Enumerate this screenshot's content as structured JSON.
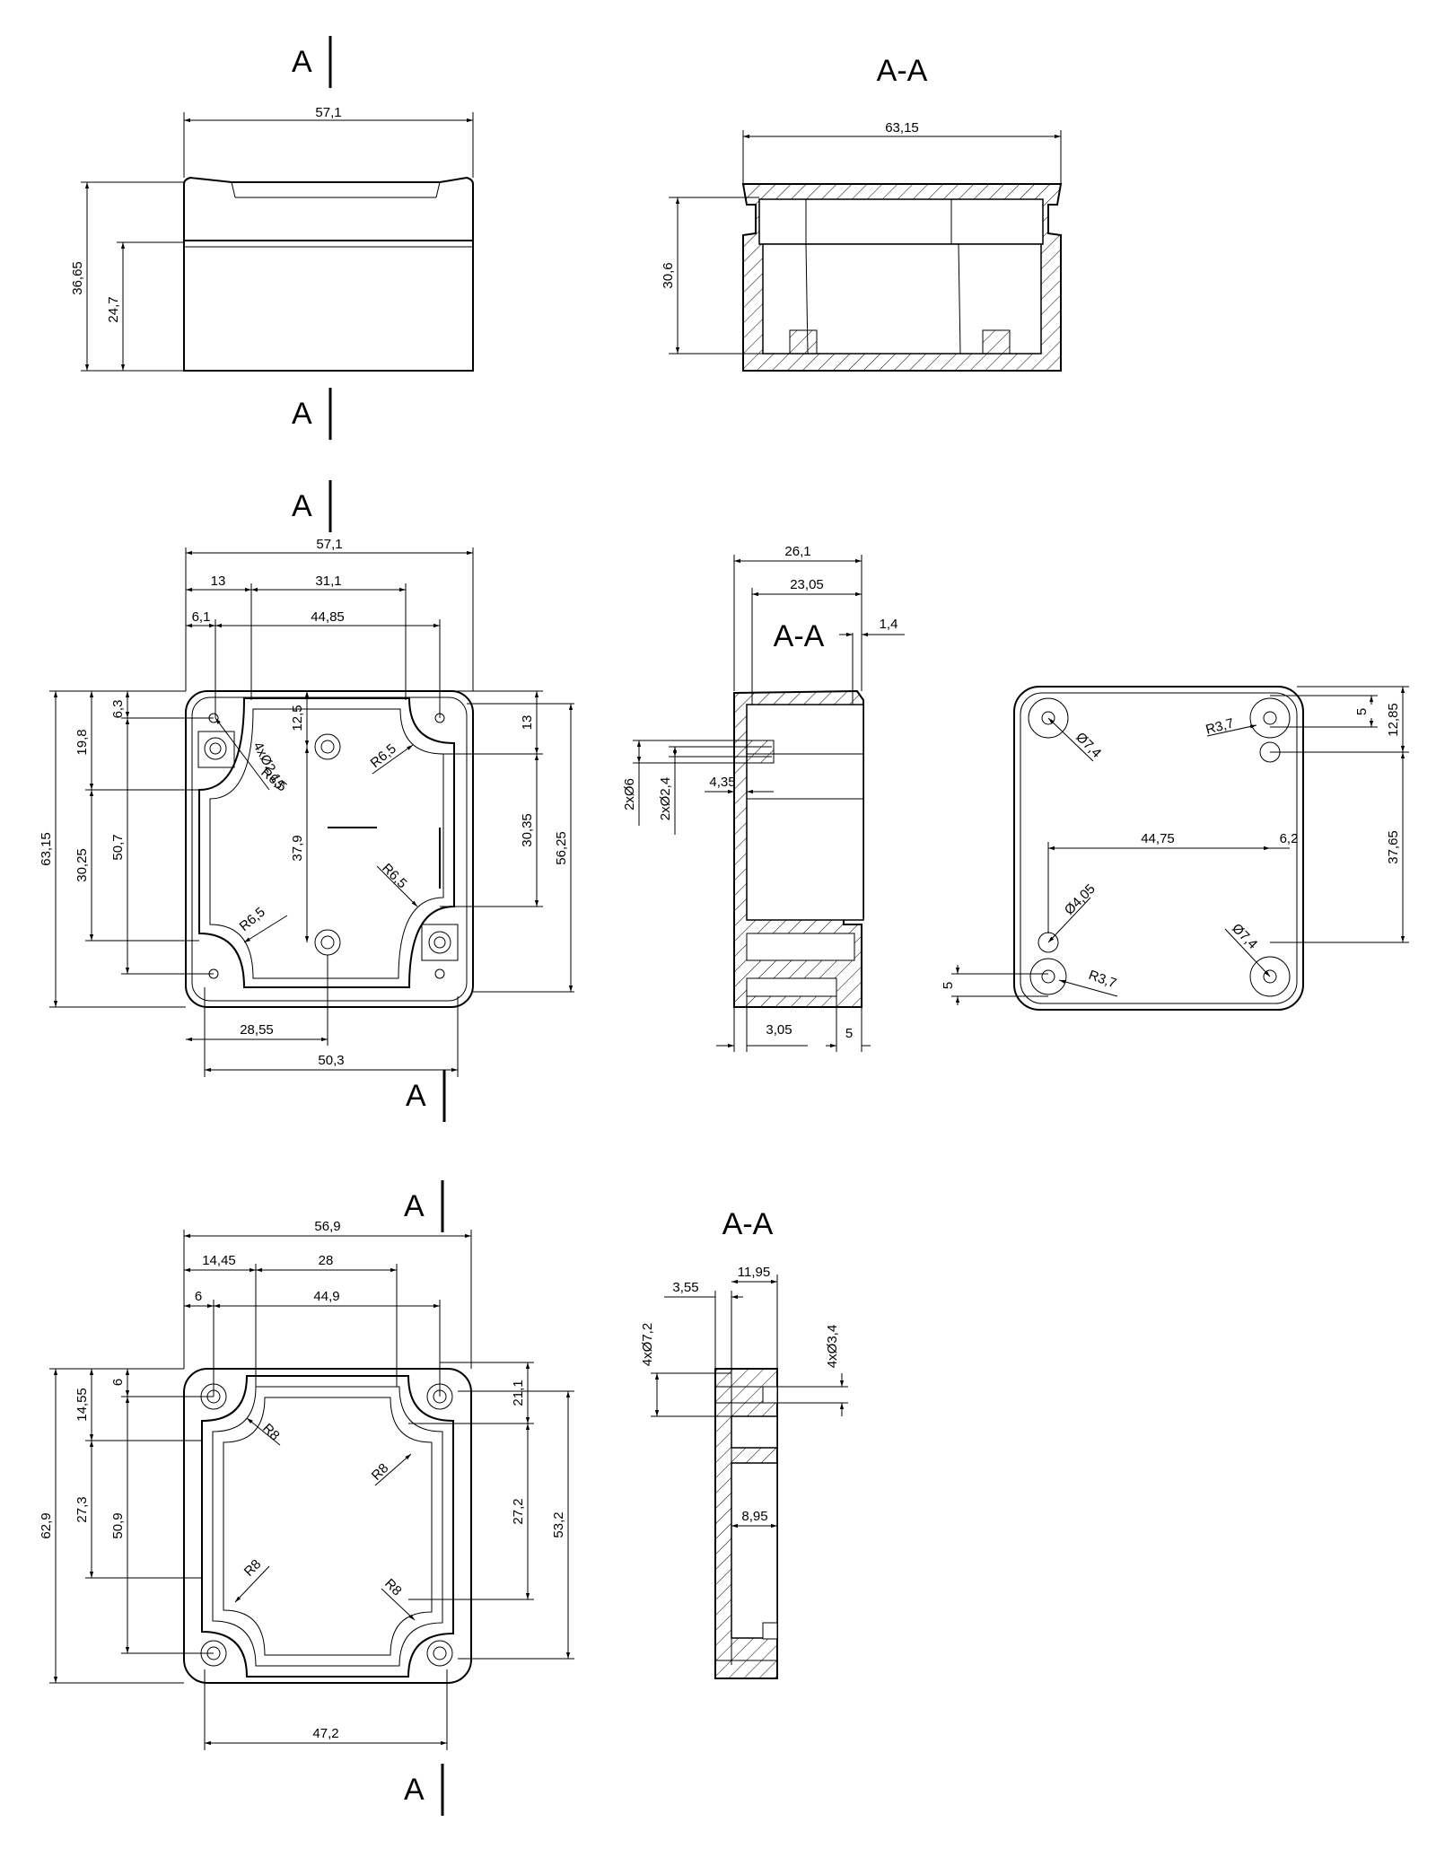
{
  "section_label": "A",
  "section_title": "A-A",
  "view_lid_front": {
    "width": "57,1",
    "height_total": "36,65",
    "height_body": "24,7"
  },
  "view_lid_section": {
    "width": "63,15",
    "height": "30,6"
  },
  "view_plan": {
    "d_57_1": "57,1",
    "d_13": "13",
    "d_31_1": "31,1",
    "d_6_1": "6,1",
    "d_44_85": "44,85",
    "d_63_15": "63,15",
    "d_6_3": "6,3",
    "d_19_8": "19,8",
    "d_30_25": "30,25",
    "d_50_7": "50,7",
    "d_12_5": "12,5",
    "d_37_9": "37,9",
    "d_holes": "4xØ2,15",
    "d_r65": "R6,5",
    "d_13r": "13",
    "d_30_35": "30,35",
    "d_56_25": "56,25",
    "d_28_55": "28,55",
    "d_50_3": "50,3"
  },
  "view_side_section": {
    "d_26_1": "26,1",
    "d_23_05": "23,05",
    "d_1_4": "1,4",
    "d_2x6": "2xØ6",
    "d_2x2_4": "2xØ2,4",
    "d_4_35": "4,35",
    "d_3_05": "3,05",
    "d_5": "5"
  },
  "view_bottom": {
    "d_r3_7": "R3,7",
    "d_5": "5",
    "d_12_85": "12,85",
    "d_7_4": "Ø7,4",
    "d_44_75": "44,75",
    "d_6_2": "6,2",
    "d_37_65": "37,65",
    "d_4_05": "Ø4,05"
  },
  "view_base": {
    "d_56_9": "56,9",
    "d_14_45": "14,45",
    "d_28": "28",
    "d_6": "6",
    "d_44_9": "44,9",
    "d_62_9": "62,9",
    "d_6v": "6",
    "d_14_55": "14,55",
    "d_27_3": "27,3",
    "d_50_9": "50,9",
    "d_r8": "R8",
    "d_21_1": "21,1",
    "d_27_2": "27,2",
    "d_53_2": "53,2",
    "d_47_2": "47,2"
  },
  "view_base_section": {
    "d_3_55": "3,55",
    "d_11_95": "11,95",
    "d_4x7_2": "4xØ7,2",
    "d_4x3_4": "4xØ3,4",
    "d_8_95": "8,95"
  }
}
